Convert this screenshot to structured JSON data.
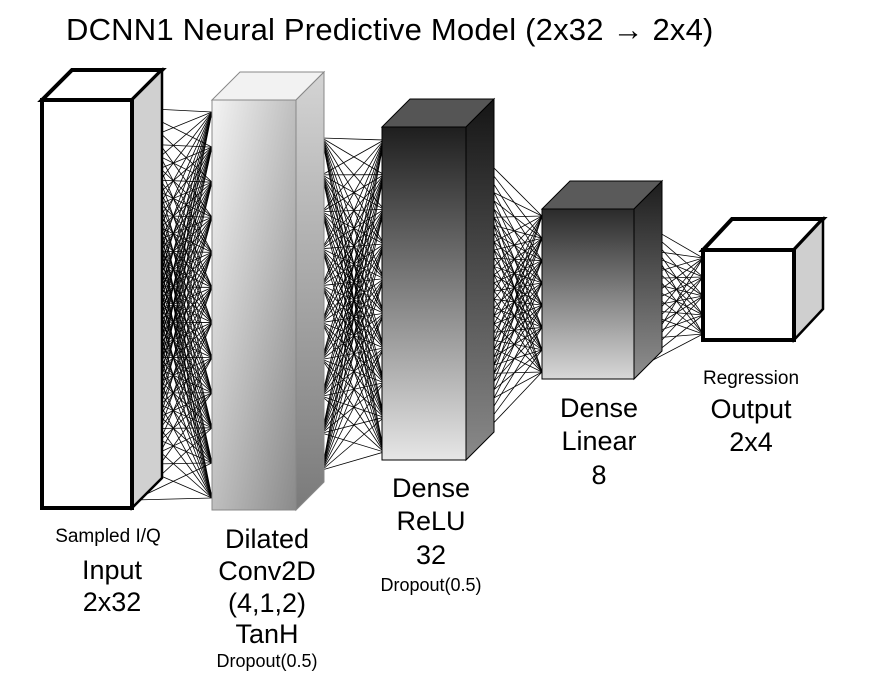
{
  "title": "DCNN1 Neural Predictive Model (2x32 → 2x4)",
  "layers": [
    {
      "id": "input",
      "caption": "Sampled I/Q",
      "lines": [
        "Input",
        "2x32"
      ],
      "note": ""
    },
    {
      "id": "conv",
      "caption": "",
      "lines": [
        "Dilated",
        "Conv2D",
        "(4,1,2)",
        "TanH"
      ],
      "note": "Dropout(0.5)"
    },
    {
      "id": "relu",
      "caption": "",
      "lines": [
        "Dense",
        "ReLU",
        "32"
      ],
      "note": "Dropout(0.5)"
    },
    {
      "id": "linear",
      "caption": "",
      "lines": [
        "Dense",
        "Linear",
        "8"
      ],
      "note": ""
    },
    {
      "id": "output",
      "caption": "Regression",
      "lines": [
        "Output",
        "2x4"
      ],
      "note": ""
    }
  ],
  "colors": {
    "stroke": "#000000",
    "face_light": "#ffffff",
    "face_dark": "#1a1a1a",
    "side_gray": "#c8c8c8"
  }
}
